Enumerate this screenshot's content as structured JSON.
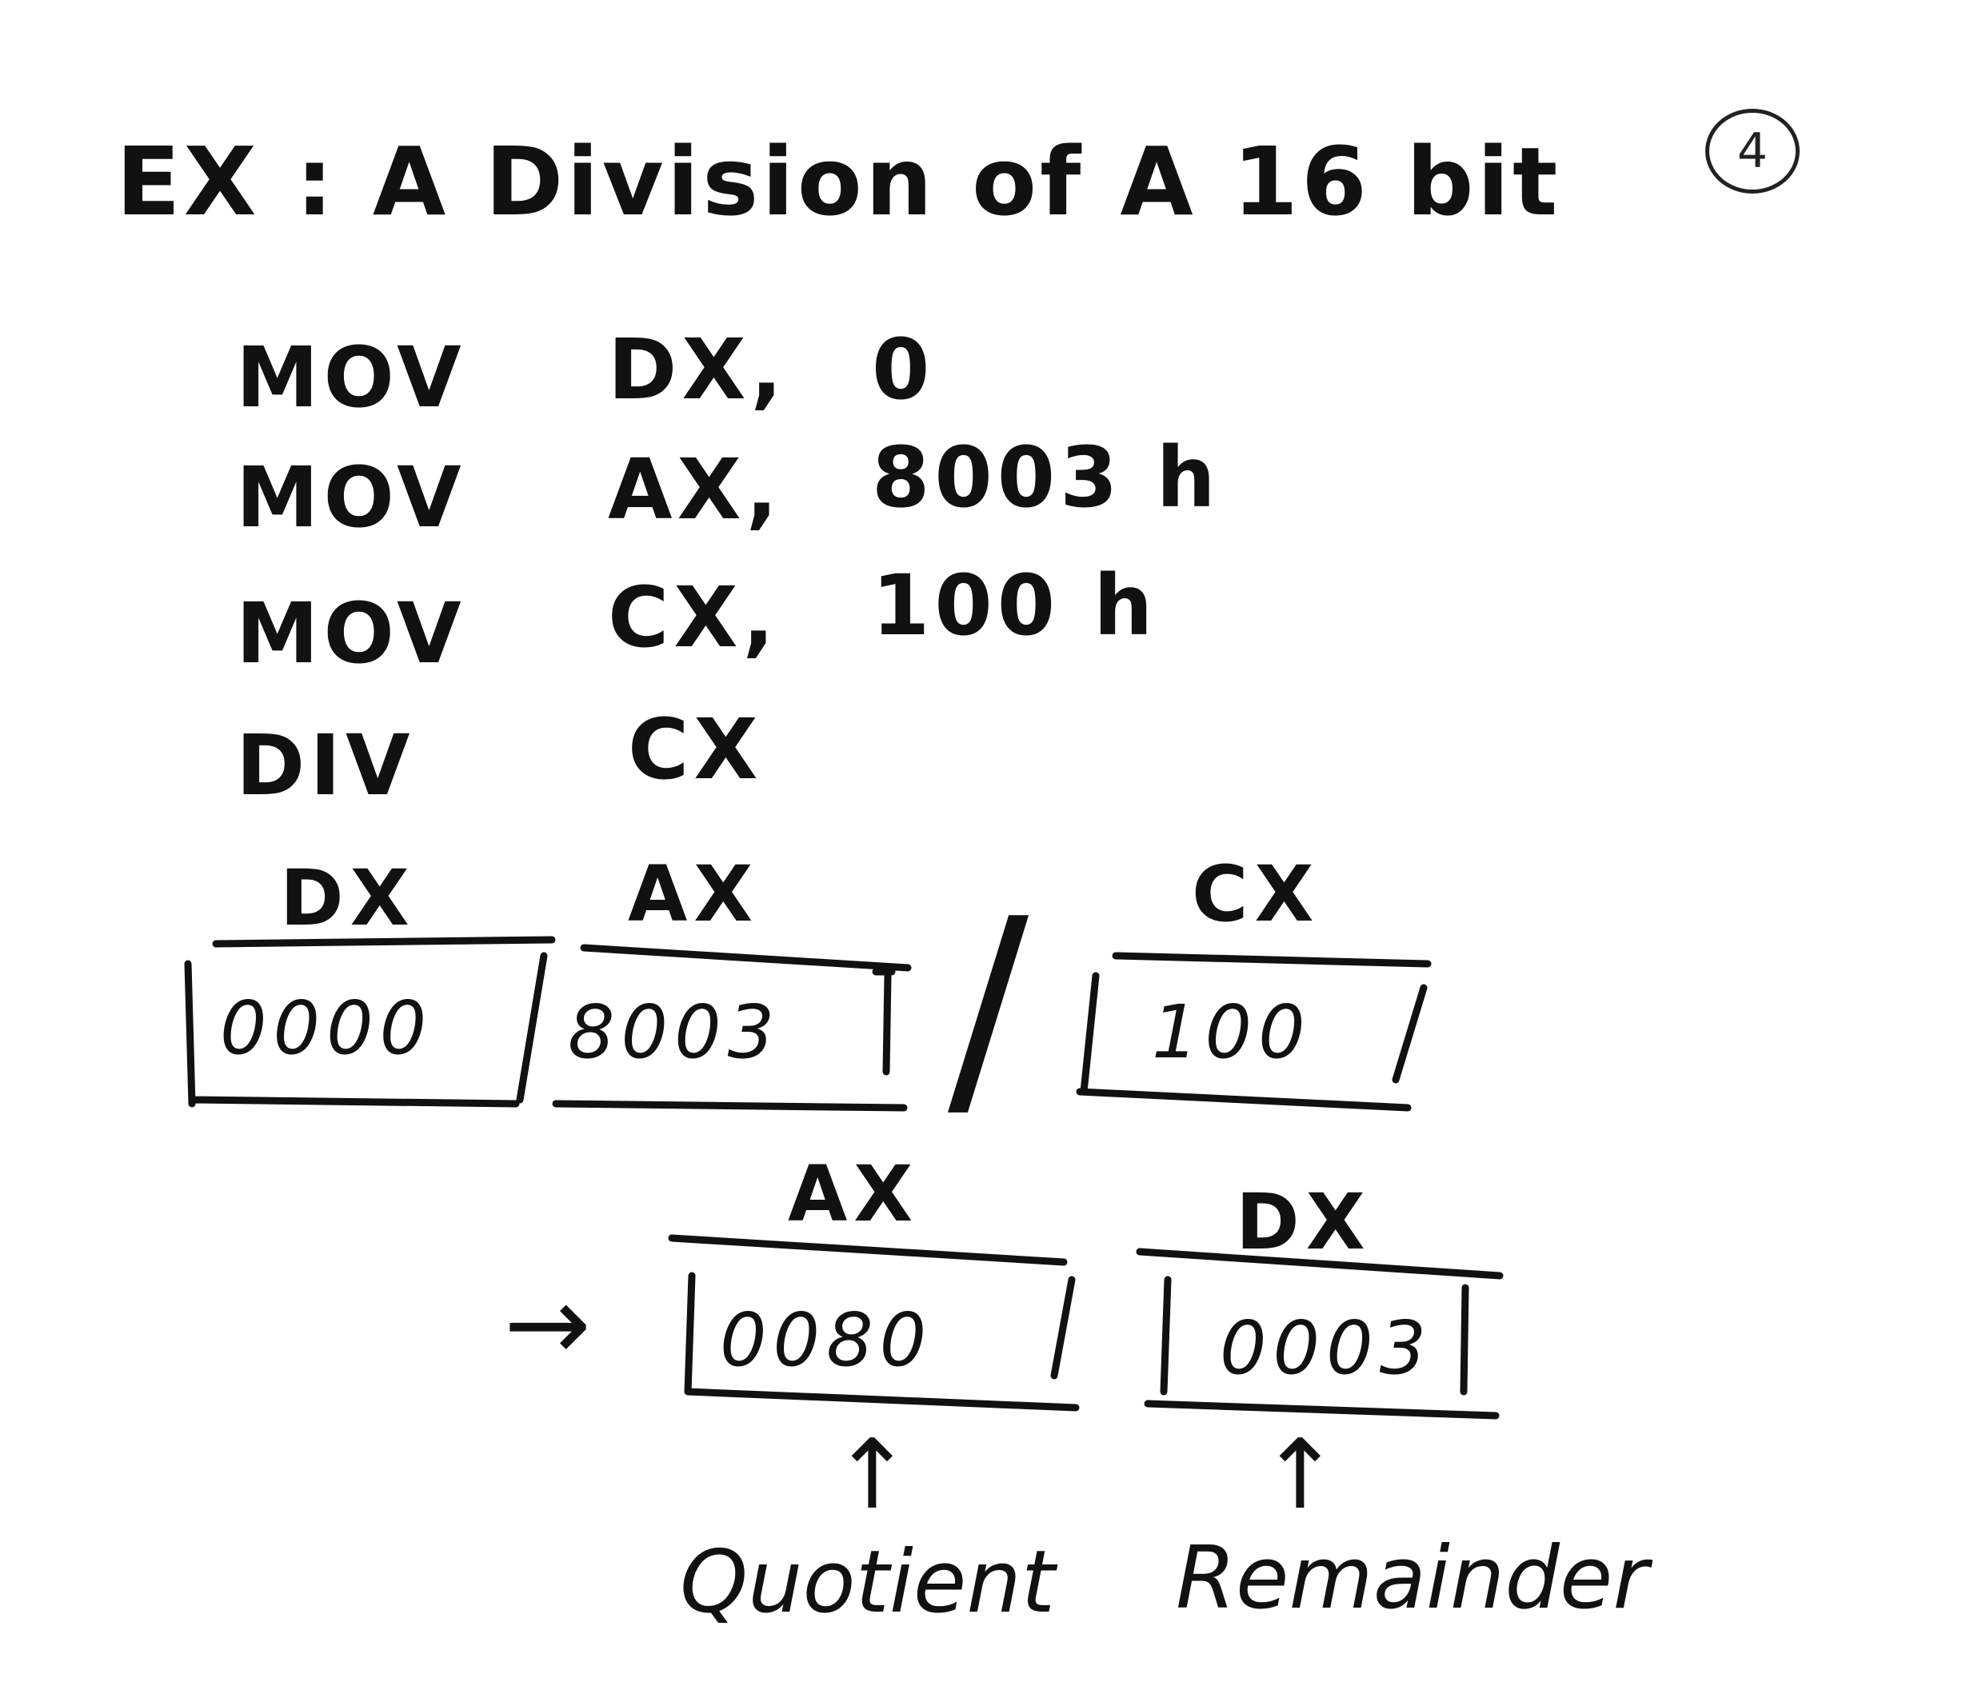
{
  "title": "EX : A Division of A 16 bit",
  "page_number": "4",
  "instructions": [
    {
      "op": "MOV",
      "operand": "DX,",
      "value": "0"
    },
    {
      "op": "MOV",
      "operand": "AX,",
      "value": "8003 h"
    },
    {
      "op": "MOV",
      "operand": "CX,",
      "value": "100 h"
    },
    {
      "op": "DIV",
      "operand": "CX",
      "value": ""
    }
  ],
  "diagram": {
    "dividend": [
      {
        "label": "DX",
        "value": "0000"
      },
      {
        "label": "AX",
        "value": "8003"
      }
    ],
    "divide_sign": "/",
    "divisor": {
      "label": "CX",
      "value": "100"
    },
    "result": [
      {
        "label": "AX",
        "value": "0080",
        "caption": "Quotient"
      },
      {
        "label": "DX",
        "value": "0003",
        "caption": "Remainder"
      }
    ],
    "result_arrow": "→",
    "up_arrow": "↑"
  }
}
